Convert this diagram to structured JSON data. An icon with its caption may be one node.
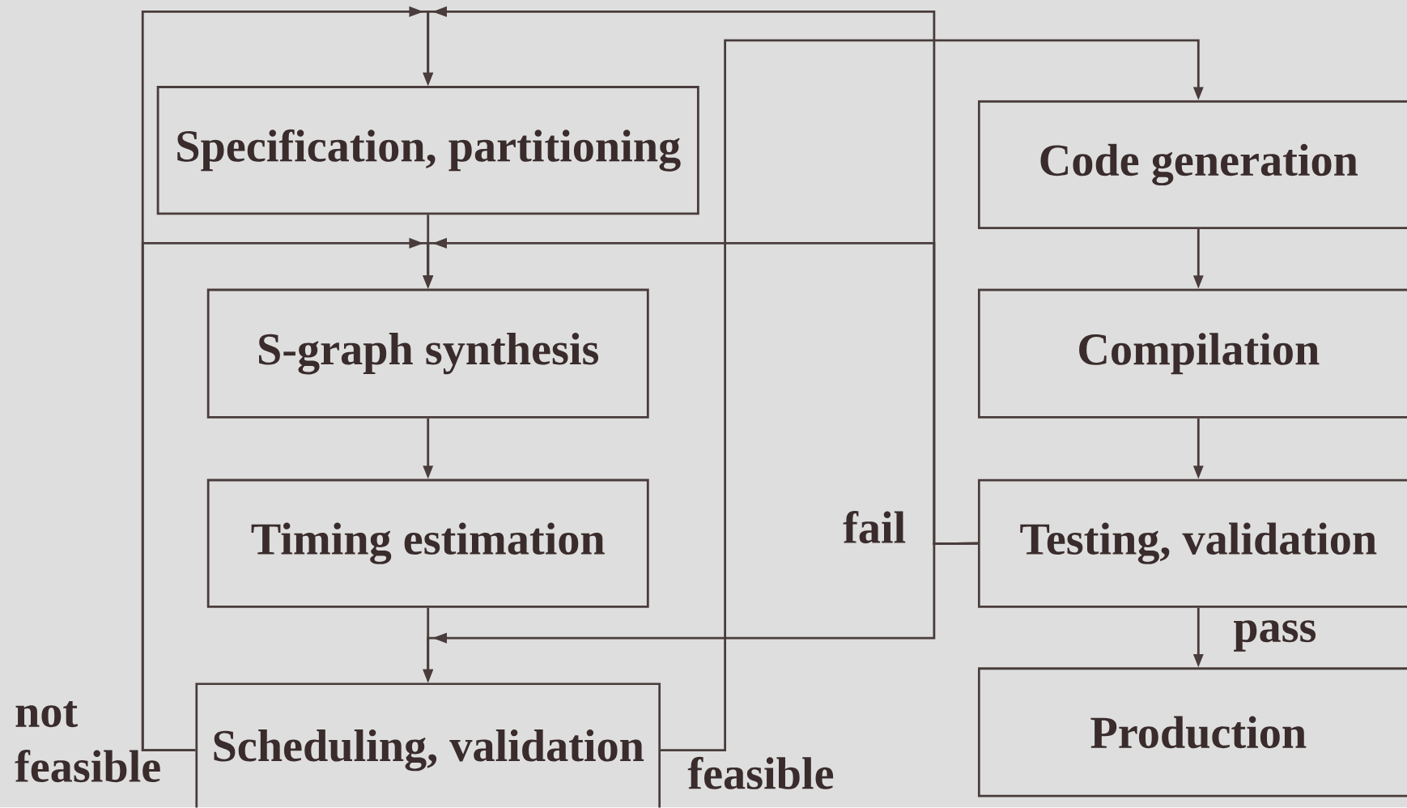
{
  "diagram": {
    "nodes": [
      {
        "text": [
          "Specification, partitioning"
        ]
      },
      {
        "text": [
          "S-graph synthesis"
        ]
      },
      {
        "text": [
          "Timing estimation"
        ]
      },
      {
        "text": [
          "Scheduling, validation"
        ]
      },
      {
        "text": [
          "Code generation"
        ]
      },
      {
        "text": [
          "Compilation"
        ]
      },
      {
        "text": [
          "Testing, validation"
        ]
      },
      {
        "text": [
          "Production"
        ]
      }
    ],
    "edges": [
      {
        "from": 0,
        "to": 1,
        "arrow": "to"
      },
      {
        "from": 1,
        "to": 2,
        "arrow": "to"
      },
      {
        "from": 2,
        "to": 3,
        "arrow": "to"
      },
      {
        "from": 3,
        "to": 0,
        "arrow": "to",
        "label": "not feasible"
      },
      {
        "from": 3,
        "to": 1,
        "arrow": "to"
      },
      {
        "from": 3,
        "to": 4,
        "arrow": "to",
        "label": "feasible"
      },
      {
        "from": 6,
        "to": 0,
        "arrow": "to",
        "label": "fail"
      },
      {
        "from": 6,
        "to": 1,
        "arrow": "to"
      },
      {
        "from": 6,
        "to": 3,
        "arrow": "to"
      },
      {
        "from": 4,
        "to": 5,
        "arrow": "to"
      },
      {
        "from": 5,
        "to": 6,
        "arrow": "to"
      },
      {
        "from": 6,
        "to": 7,
        "arrow": "to",
        "label": "pass"
      }
    ]
  }
}
